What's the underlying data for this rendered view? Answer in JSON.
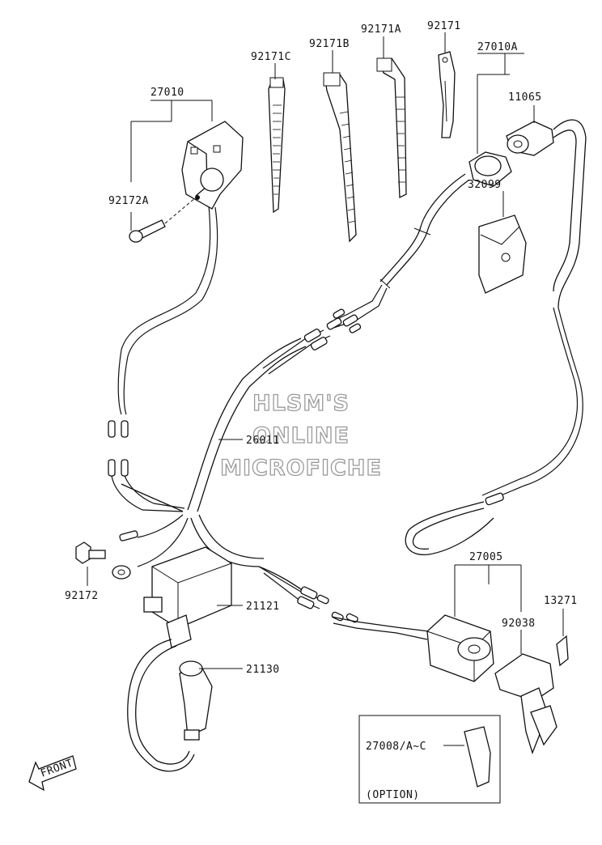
{
  "labels": {
    "p27010": "27010",
    "p92172A": "92172A",
    "p92171C": "92171C",
    "p92171B": "92171B",
    "p92171A": "92171A",
    "p92171": "92171",
    "p27010A": "27010A",
    "p11065": "11065",
    "p32099": "32099",
    "p26011": "26011",
    "p92172": "92172",
    "p21121": "21121",
    "p21130": "21130",
    "p27005": "27005",
    "p13271": "13271",
    "p92038": "92038",
    "p27008": "27008/A~C",
    "option": "(OPTION)",
    "front": "FRONT"
  },
  "watermark": {
    "line1": "HLSM'S",
    "line2": "ONLINE",
    "line3": "MICROFICHE"
  }
}
